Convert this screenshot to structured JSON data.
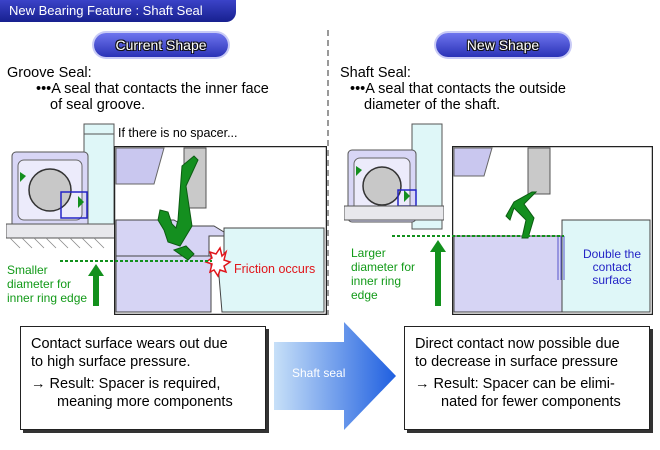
{
  "header": {
    "title": "New Bearing Feature : Shaft Seal"
  },
  "left": {
    "pill": "Current Shape",
    "seal_name": "Groove Seal:",
    "desc_line1": "•••A seal that contacts the inner face",
    "desc_line2": "of seal groove.",
    "spacer_note": "If there is no spacer...",
    "edge_label": [
      "Smaller",
      "diameter for",
      "inner ring edge"
    ],
    "friction": "Friction occurs",
    "result_box": {
      "line1": "Contact surface wears out due",
      "line2": "to high surface pressure.",
      "line3": "→  Result: Spacer is required,",
      "line4": "meaning more components"
    }
  },
  "right": {
    "pill": "New Shape",
    "seal_name": "Shaft Seal:",
    "desc_line1": "•••A seal that contacts the outside",
    "desc_line2": "diameter of the shaft.",
    "edge_label": [
      "Larger",
      "diameter for",
      "inner ring",
      "edge"
    ],
    "contact_label": [
      "Double the",
      "contact",
      "surface"
    ],
    "result_box": {
      "line1": "Direct contact now possible due",
      "line2": "to decrease in surface pressure",
      "line3": "→  Result: Spacer can be elimi-",
      "line4": "nated for fewer components"
    }
  },
  "center_arrow": {
    "label": "Shaft seal"
  },
  "colors": {
    "seal_green": "#148f1f",
    "shaft_lavender": "#d6d4f4",
    "housing_cyan": "#dff7f8",
    "arrow_green": "#12901c",
    "friction_red": "#e0151b",
    "contact_blue": "#2424c6",
    "header_blue": "#1d2597"
  }
}
